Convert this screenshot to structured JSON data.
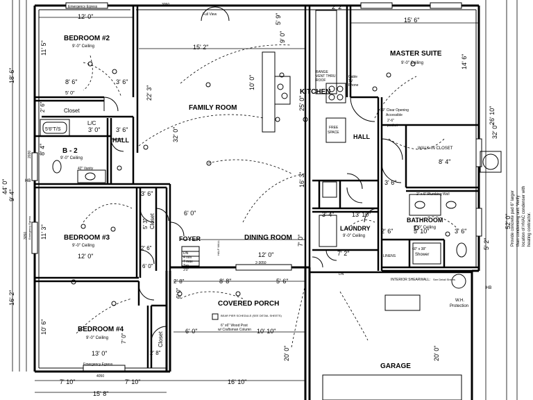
{
  "rooms": {
    "bedroom2": "BEDROOM #2",
    "bedroom2_ceiling": "9'-0\" Ceiling",
    "bedroom3": "BEDROOM #3",
    "bedroom3_ceiling": "9'-0\" Ceiling",
    "bedroom4": "BEDROOM #4",
    "bedroom4_ceiling": "9'-0\" Ceiling",
    "family": "FAMILY ROOM",
    "dining": "DINING ROOM",
    "kitchen": "KITCHEN",
    "master": "MASTER SUITE",
    "master_ceiling": "9'-0\" Ceiling",
    "hall_left": "HALL",
    "hall_right": "HALL",
    "b2": "B - 2",
    "b2_ceiling": "9'-0\" Ceiling",
    "foyer": "FOYER",
    "laundry": "LAUNDRY",
    "laundry_ceiling": "9'-0\" Ceiling",
    "bathroom": "BATHROOM",
    "bathroom_ceiling": "9'-0\" Ceiling",
    "porch": "COVERED PORCH",
    "garage": "GARAGE",
    "walkin": "WALK-IN CLOSET",
    "closet": "Closet",
    "closet2": "Closet",
    "closet3": "Closet",
    "lc": "L/C",
    "ts": "5'6\"T/S"
  },
  "notes": {
    "egress_top": "Emergency Egress",
    "egress_bottom": "Emergency Egress",
    "egress_left": "Emergency Egress",
    "clear_opening": "29\" Clear Opening",
    "accessible": "Accessible",
    "pocket": "2'-6\"",
    "pocket2": "pocket",
    "free_space": "FREE",
    "free_space2": "SPACE",
    "plumbing_wall": "2\" x 6\" Plumbing Wall",
    "interior_shearwall": "INTERIOR SHEARWALL:",
    "shearwall_detail": "See Detail Sheets",
    "range": "RANGE",
    "range_vent": "VENT THRU",
    "range_roof": "ROOF",
    "cable": "Cable",
    "tv": "TV",
    "phone": "Phone",
    "wh": "W.H.",
    "protection": "Protection",
    "wood_post": "6\" x6\" Wood Post",
    "craftsman": "w/ Craftsman Column",
    "bear_pier": "BEAR PIER SCHEDULE (SEE DETAIL SHEETS)",
    "vanity": "42\" Vanity",
    "linens": "LINENS",
    "shower": "60\" x 38\"",
    "shower2": "Shower",
    "foyer_dn": "DN",
    "foyer_rise": "4 min",
    "foyer_rise2": "7 max",
    "foyer_typ": "Typ.",
    "foyer_run": "3'0\"",
    "dn_hall": "DN",
    "condenser_1": "Provide concrete pad 6\" larger",
    "condenser_2": "than condensing unit. Verify",
    "condenser_3": "location of HVAC condenser with",
    "condenser_4": "heating contractor.",
    "half_wall": "HALF WALL",
    "hb_left": "HB",
    "hb_right": "HB",
    "window_3050_top": "3050",
    "window_2050": "2-3050",
    "window_4050": "4050",
    "window_2030": "2030",
    "window_3050_left": "3050",
    "full_view": "Full View"
  },
  "dims": {
    "top_12_0": "12' 0\"",
    "d_11_5": "11' 5\"",
    "d_8_6": "8' 6\"",
    "d_3_6a": "3' 6\"",
    "d_5_0": "5' 0\"",
    "d_2_6a": "2' 6\"",
    "d_15_2": "15' 2\"",
    "d_22_3": "22' 3\"",
    "d_32_0": "32' 0\"",
    "d_3_0": "3' 0\"",
    "d_3_6b": "3' 6\"",
    "d_8_4": "8' 4\"",
    "d_9_4": "9' 4\"",
    "d_11_3": "11' 3\"",
    "d_12_0b": "12' 0\"",
    "d_10_6": "10' 6\"",
    "d_13_0": "13' 0\"",
    "d_7_10a": "7' 10\"",
    "d_7_10b": "7' 10\"",
    "d_15_8": "15' 8\"",
    "d_16_10": "16' 10\"",
    "d_6_0a": "6' 0\"",
    "d_6_0b": "6' 0\"",
    "d_8_8": "8' 8\"",
    "d_5_6": "5' 6\"",
    "d_10_10a": "10' 10\"",
    "d_12_0c": "12' 0\"",
    "d_16_3": "16' 3\"",
    "d_10_0": "10' 0\"",
    "d_25_0": "25' 0\"",
    "d_15_6": "15' 6\"",
    "d_14_6": "14' 6\"",
    "d_26_10": "26' 10\"",
    "d_32_0b": "32' 0\"",
    "d_52_0": "52' 0\"",
    "d_5_2": "5' 2\"",
    "d_20_0a": "20' 0\"",
    "d_20_0b": "20' 0\"",
    "d_8_4b": "8' 4\"",
    "d_3_6c": "3' 6\"",
    "d_5_10": "5' 10\"",
    "d_3_6d": "3' 6\"",
    "d_2_6b": "2' 6\"",
    "d_7_2": "7' 2\"",
    "d_13_10": "13' 10\"",
    "d_3_4": "3' 4\"",
    "d_7_0": "7' 0\"",
    "d_9_0": "9' 0\"",
    "d_5_9": "5' 9\"",
    "d_2_2": "2' 2\"",
    "d_18_6": "18' 6\"",
    "d_44_0": "44' 0\"",
    "d_16_2": "16' 2\"",
    "d_2_8": "2' 8\"",
    "d_3_6e": "3' 6\"",
    "d_5_3": "5' 3\"",
    "d_6_0c": "6' 0\"",
    "d_7_0b": "7' 0\"",
    "d_2_6c": "2' 6\"",
    "d_6_0d": "6' 0\"",
    "d_2_8b": "2' 8\""
  },
  "colors": {
    "line": "#000000",
    "background": "#ffffff"
  }
}
